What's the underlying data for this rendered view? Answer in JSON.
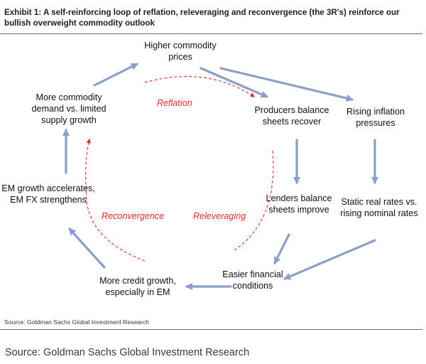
{
  "title": "Exhibit 1: A self-reinforcing loop of reflation, releveraging and reconvergence (the 3R's) reinforce our bullish overweight commodity outlook",
  "nodes": {
    "higher_prices": "Higher commodity prices",
    "producers": "Producers balance sheets recover",
    "rising_inflation": "Rising inflation pressures",
    "lenders": "Lenders balance sheets improve",
    "static_real_rates": "Static real rates vs. rising nominal rates",
    "easier_conditions": "Easier financial conditions",
    "credit_growth": "More credit growth, especially in EM",
    "em_growth": "EM growth accelerates, EM FX strengthens",
    "demand": "More commodity demand vs. limited supply growth"
  },
  "loop_labels": {
    "reflation": "Reflation",
    "releveraging": "Releveraging",
    "reconvergence": "Reconvergence"
  },
  "source_small": "Source: Goldman Sachs Global Investment Research",
  "source_big": "Source: Goldman Sachs Global Investment Research",
  "colors": {
    "arrow": "#8c9fc8",
    "loop": "#e02b2b",
    "text": "#111111"
  }
}
